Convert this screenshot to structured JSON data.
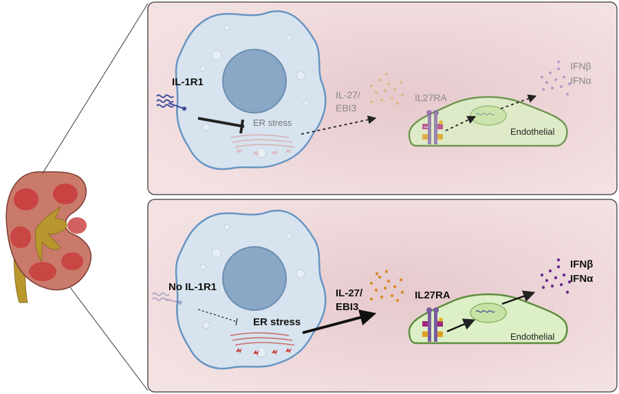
{
  "top_panel": {
    "receptor_label": "IL-1R1",
    "er_stress_label": "ER stress",
    "cytokine_line1": "IL-27/",
    "cytokine_line2": "EBI3",
    "receptor_endothelial_label": "IL27RA",
    "endothelial_label": "Endothelial",
    "ifn_beta": "IFNβ",
    "ifn_alpha": "IFNα"
  },
  "bottom_panel": {
    "receptor_label": "No IL-1R1",
    "er_stress_label": "ER stress",
    "cytokine_line1": "IL-27/",
    "cytokine_line2": "EBI3",
    "receptor_endothelial_label": "IL27RA",
    "endothelial_label": "Endothelial",
    "ifn_beta": "IFNβ",
    "ifn_alpha": "IFNα"
  },
  "jak_label": "JAK",
  "colors": {
    "panel_bg": "#f3dfe1",
    "panel_border": "#555555",
    "cell_fill": "#d8e4ef",
    "cell_stroke": "#5f8fc0",
    "nucleus": "#8aa9c8",
    "endothelial_fill": "#dbefc4",
    "endothelial_stroke": "#5a8a3a",
    "cytokine_dots": "#d9a04a",
    "ifn_dots": "#7c4a9a",
    "er_stroke": "#c97a7a"
  }
}
